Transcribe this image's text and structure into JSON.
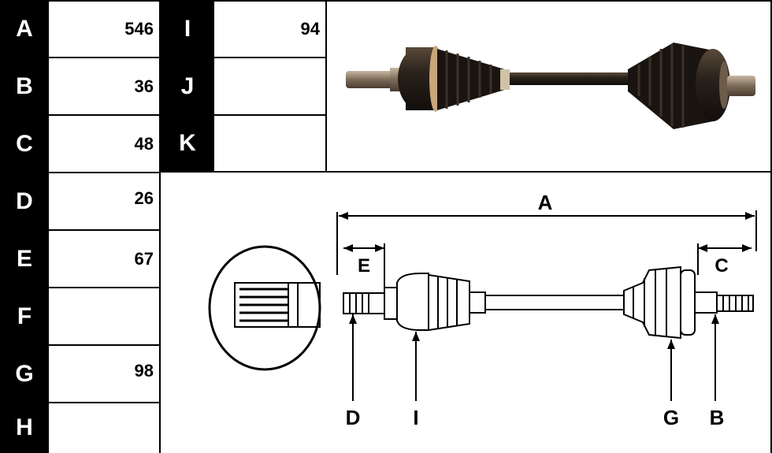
{
  "spec_rows": [
    {
      "label": "A",
      "value": "546"
    },
    {
      "label": "B",
      "value": "36"
    },
    {
      "label": "C",
      "value": "48"
    },
    {
      "label": "D",
      "value": "26"
    },
    {
      "label": "E",
      "value": "67"
    },
    {
      "label": "F",
      "value": ""
    },
    {
      "label": "G",
      "value": "98"
    },
    {
      "label": "H",
      "value": ""
    }
  ],
  "spec_rows_right": [
    {
      "label": "I",
      "value": "94"
    },
    {
      "label": "J",
      "value": ""
    },
    {
      "label": "K",
      "value": ""
    }
  ],
  "diagram": {
    "dim_a": "A",
    "dim_e": "E",
    "dim_c": "C",
    "marker_d": "D",
    "marker_i": "I",
    "marker_g": "G",
    "marker_b": "B"
  }
}
